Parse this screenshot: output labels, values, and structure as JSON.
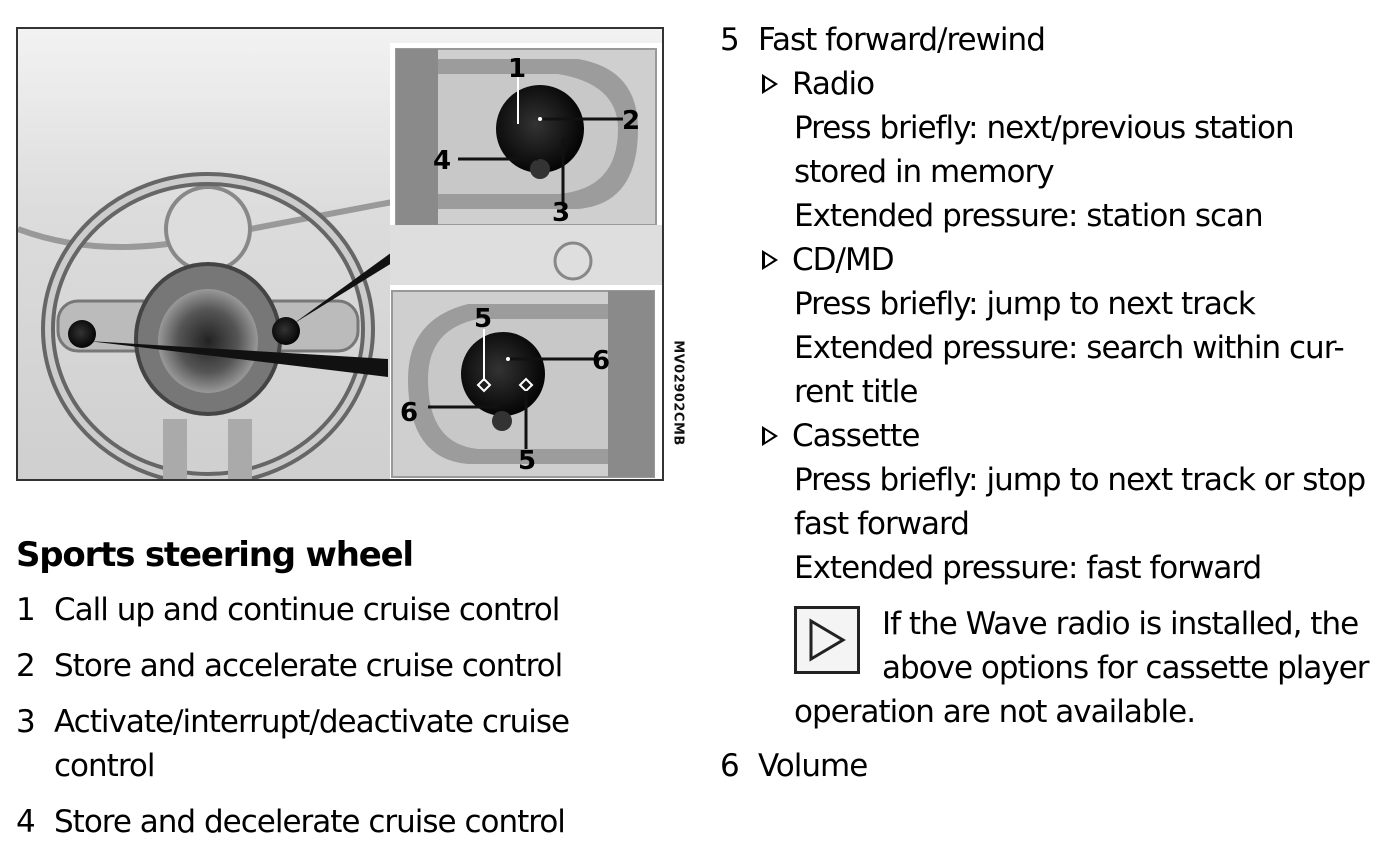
{
  "figure": {
    "code": "MV02902CMB",
    "callouts_top": [
      "1",
      "2",
      "3",
      "4"
    ],
    "callouts_bottom": [
      "5",
      "6",
      "6",
      "5"
    ]
  },
  "left": {
    "title": "Sports steering wheel",
    "items": [
      {
        "num": "1",
        "text": "Call up and continue cruise control"
      },
      {
        "num": "2",
        "text": "Store and accelerate cruise control"
      },
      {
        "num": "3",
        "text": "Activate/interrupt/deactivate cruise control"
      },
      {
        "num": "4",
        "text": "Store and decelerate cruise control"
      }
    ]
  },
  "right": {
    "item5": {
      "num": "5",
      "text": "Fast forward/rewind",
      "subs": [
        {
          "label": "Radio",
          "lines": [
            "Press briefly: next/previous station stored in memory",
            "Extended pressure: station scan"
          ]
        },
        {
          "label": "CD/MD",
          "lines": [
            "Press briefly: jump to next track",
            "Extended pressure: search within cur-rent title"
          ]
        },
        {
          "label": "Cassette",
          "lines": [
            "Press briefly: jump to next track or stop fast forward",
            "Extended pressure: fast forward"
          ]
        }
      ],
      "note": "If the Wave radio is installed, the above options for cassette player operation are not available."
    },
    "item6": {
      "num": "6",
      "text": "Volume"
    }
  }
}
